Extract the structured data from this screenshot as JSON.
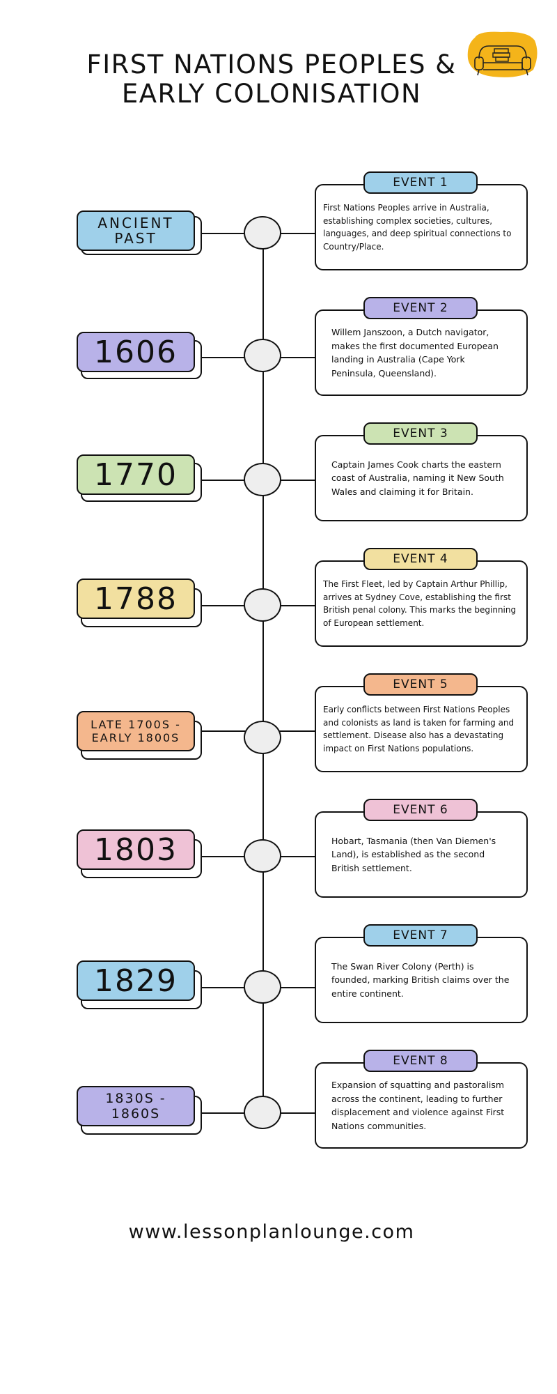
{
  "title": {
    "line1": "FIRST NATIONS PEOPLES &",
    "line2": "EARLY COLONISATION"
  },
  "colors": {
    "blue": "#9fd0ea",
    "purple": "#b8b2e8",
    "green": "#cce3b3",
    "yellow": "#f2e0a0",
    "orange": "#f4b78d",
    "pink": "#efc2d6",
    "logo": "#f4b41a"
  },
  "events": [
    {
      "date": "ANCIENT PAST",
      "label": "EVENT 1",
      "text": "First Nations Peoples arrive in Australia, establishing complex societies, cultures, languages, and deep spiritual connections to Country/Place."
    },
    {
      "date": "1606",
      "label": "EVENT 2",
      "text": "Willem Janszoon, a Dutch navigator, makes the first documented European landing in Australia (Cape York Peninsula, Queensland)."
    },
    {
      "date": "1770",
      "label": "EVENT 3",
      "text": "Captain James Cook charts the eastern coast of Australia, naming it New South Wales and claiming it for Britain."
    },
    {
      "date": "1788",
      "label": "EVENT 4",
      "text": "The First Fleet, led by Captain Arthur Phillip, arrives at Sydney Cove, establishing the first British penal colony. This marks the beginning of European settlement."
    },
    {
      "date": "LATE 1700S - EARLY 1800S",
      "label": "EVENT 5",
      "text": "Early conflicts between First Nations Peoples and colonists as land is taken for farming and settlement. Disease also has a devastating impact on First Nations populations."
    },
    {
      "date": "1803",
      "label": "EVENT 6",
      "text": "Hobart, Tasmania (then Van Diemen's Land), is established as the second British settlement."
    },
    {
      "date": "1829",
      "label": "EVENT 7",
      "text": "The Swan River Colony (Perth) is founded, marking British claims over the entire continent."
    },
    {
      "date": "1830S - 1860S",
      "label": "EVENT 8",
      "text": "Expansion of squatting and pastoralism across the continent, leading to further displacement and violence against First Nations communities."
    }
  ],
  "footer": "www.lessonplanlounge.com"
}
